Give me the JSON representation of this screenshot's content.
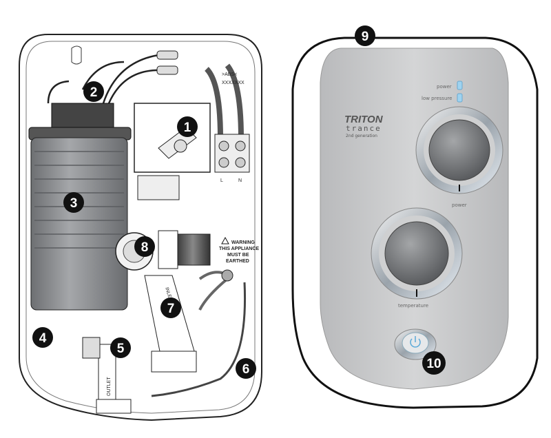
{
  "internal_view": {
    "abs_mark": ">ABS<",
    "code_mark": "XXXXXXX",
    "terminal_labels": [
      "L",
      "N"
    ],
    "warning_lines": [
      "WARNING",
      "THIS APPLIANCE",
      "MUST BE",
      "EARTHED"
    ],
    "inlet_label": "INLET",
    "outlet_label": "OUTLET",
    "callouts": [
      "1",
      "2",
      "3",
      "4",
      "5",
      "6",
      "7",
      "8"
    ]
  },
  "front_view": {
    "brand": "TRITON",
    "model": "trance",
    "generation": "2nd generation",
    "indicator_power": "power",
    "indicator_low_pressure": "low pressure",
    "power_knob_label": "power",
    "temperature_knob_label": "temperature",
    "callouts": [
      "9",
      "10"
    ]
  },
  "colors": {
    "panel": "#c9cacb",
    "heater_can": "#8d8f92",
    "callout": "#111111",
    "indicator": "#9fd3f0"
  }
}
